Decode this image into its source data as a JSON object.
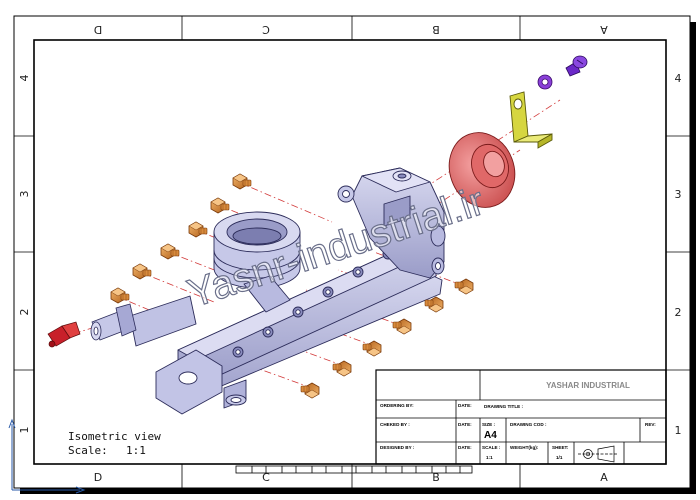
{
  "zones": {
    "top": [
      "D",
      "C",
      "B",
      "A"
    ],
    "bottom": [
      "D",
      "C",
      "B",
      "A"
    ],
    "left": [
      "4",
      "3",
      "2",
      "1"
    ],
    "right": [
      "4",
      "3",
      "2",
      "1"
    ]
  },
  "view": {
    "title": "Isometric view",
    "scale_label": "Scale:",
    "scale_value": "1:1"
  },
  "watermark": "Yasnr-industrial.ir",
  "title_block": {
    "company": "YASHAR INDUSTRIAL",
    "ordering_by_label": "ORDERING BY:",
    "date_label_1": "DATE:",
    "drawing_title_label": "DRAWING TITLE :",
    "checked_by_label": "CHEKED BY :",
    "date_label_2": "DATE:",
    "size_label": "SIZE :",
    "size_value": "A4",
    "drawing_code_label": "DRAWING COD :",
    "rev_label": "REV:",
    "designed_by_label": "DESIGNED BY :",
    "date_label_3": "DATE:",
    "scale_label": "SCALE :",
    "scale_value": "1:1",
    "weight_label": "WEIGHT(kg):",
    "sheet_label": "SHEET:",
    "sheet_value": "1/1"
  },
  "colors": {
    "body": "#b4b6dc",
    "bolt": "#d98a3a",
    "flange": "#e87575",
    "bracket": "#d6d640",
    "screw": "#6b28c8",
    "fitting": "#c8202a"
  }
}
